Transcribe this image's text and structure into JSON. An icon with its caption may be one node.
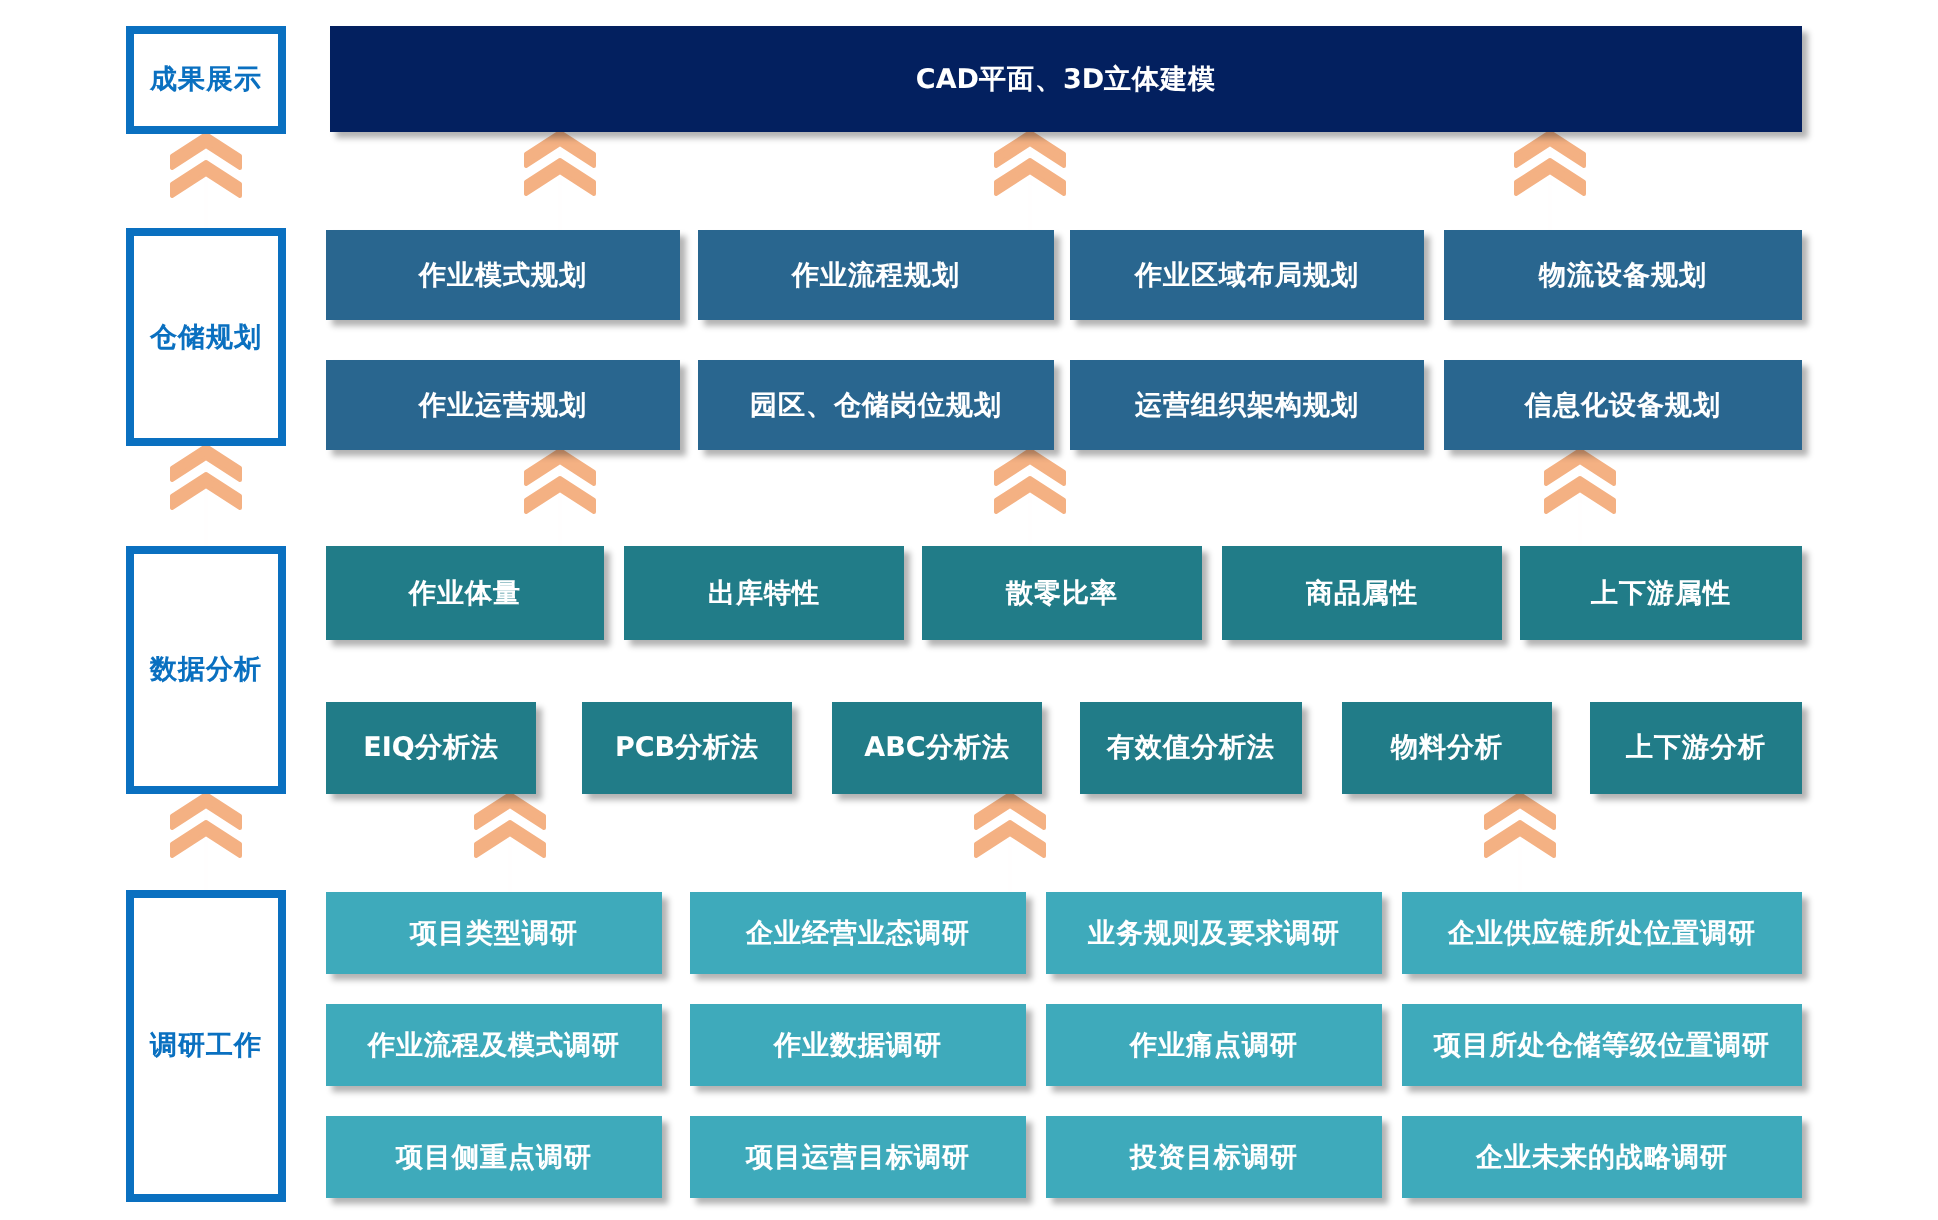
{
  "diagram": {
    "nodes": [
      {
        "text": [
          "成果展示"
        ]
      },
      {
        "text": [
          "CAD平面、3D立体建模"
        ]
      },
      {
        "text": [
          "仓储规划"
        ]
      },
      {
        "text": [
          "作业模式规划"
        ]
      },
      {
        "text": [
          "作业流程规划"
        ]
      },
      {
        "text": [
          "作业区域布局规划"
        ]
      },
      {
        "text": [
          "物流设备规划"
        ]
      },
      {
        "text": [
          "作业运营规划"
        ]
      },
      {
        "text": [
          "园区、仓储岗位规划"
        ]
      },
      {
        "text": [
          "运营组织架构规划"
        ]
      },
      {
        "text": [
          "信息化设备规划"
        ]
      },
      {
        "text": [
          "数据分析"
        ]
      },
      {
        "text": [
          "作业体量"
        ]
      },
      {
        "text": [
          "出库特性"
        ]
      },
      {
        "text": [
          "散零比率"
        ]
      },
      {
        "text": [
          "商品属性"
        ]
      },
      {
        "text": [
          "上下游属性"
        ]
      },
      {
        "text": [
          "EIQ分析法"
        ]
      },
      {
        "text": [
          "PCB分析法"
        ]
      },
      {
        "text": [
          "ABC分析法"
        ]
      },
      {
        "text": [
          "有效值分析法"
        ]
      },
      {
        "text": [
          "物料分析"
        ]
      },
      {
        "text": [
          "上下游分析"
        ]
      },
      {
        "text": [
          "调研工作"
        ]
      },
      {
        "text": [
          "项目类型调研"
        ]
      },
      {
        "text": [
          "企业经营业态调研"
        ]
      },
      {
        "text": [
          "业务规则及要求调研"
        ]
      },
      {
        "text": [
          "企业供应链所处位置调研"
        ]
      },
      {
        "text": [
          "作业流程及模式调研"
        ]
      },
      {
        "text": [
          "作业数据调研"
        ]
      },
      {
        "text": [
          "作业痛点调研"
        ]
      },
      {
        "text": [
          "项目所处仓储等级位置调研"
        ]
      },
      {
        "text": [
          "项目侧重点调研"
        ]
      },
      {
        "text": [
          "项目运营目标调研"
        ]
      },
      {
        "text": [
          "投资目标调研"
        ]
      },
      {
        "text": [
          "企业未来的战略调研"
        ]
      }
    ],
    "edges": [
      {
        "from": 2,
        "to": 0,
        "arrow": "to"
      },
      {
        "from": 11,
        "to": 2,
        "arrow": "to"
      },
      {
        "from": 23,
        "to": 11,
        "arrow": "to"
      },
      {
        "from": 3,
        "to": 1,
        "arrow": "to"
      },
      {
        "from": 4,
        "to": 1,
        "arrow": "to"
      },
      {
        "from": 6,
        "to": 1,
        "arrow": "to"
      },
      {
        "from": 12,
        "to": 7,
        "arrow": "to"
      },
      {
        "from": 14,
        "to": 8,
        "arrow": "to"
      },
      {
        "from": 16,
        "to": 10,
        "arrow": "to"
      },
      {
        "from": 24,
        "to": 17,
        "arrow": "to"
      },
      {
        "from": 25,
        "to": 19,
        "arrow": "to"
      },
      {
        "from": 27,
        "to": 21,
        "arrow": "to"
      }
    ]
  }
}
